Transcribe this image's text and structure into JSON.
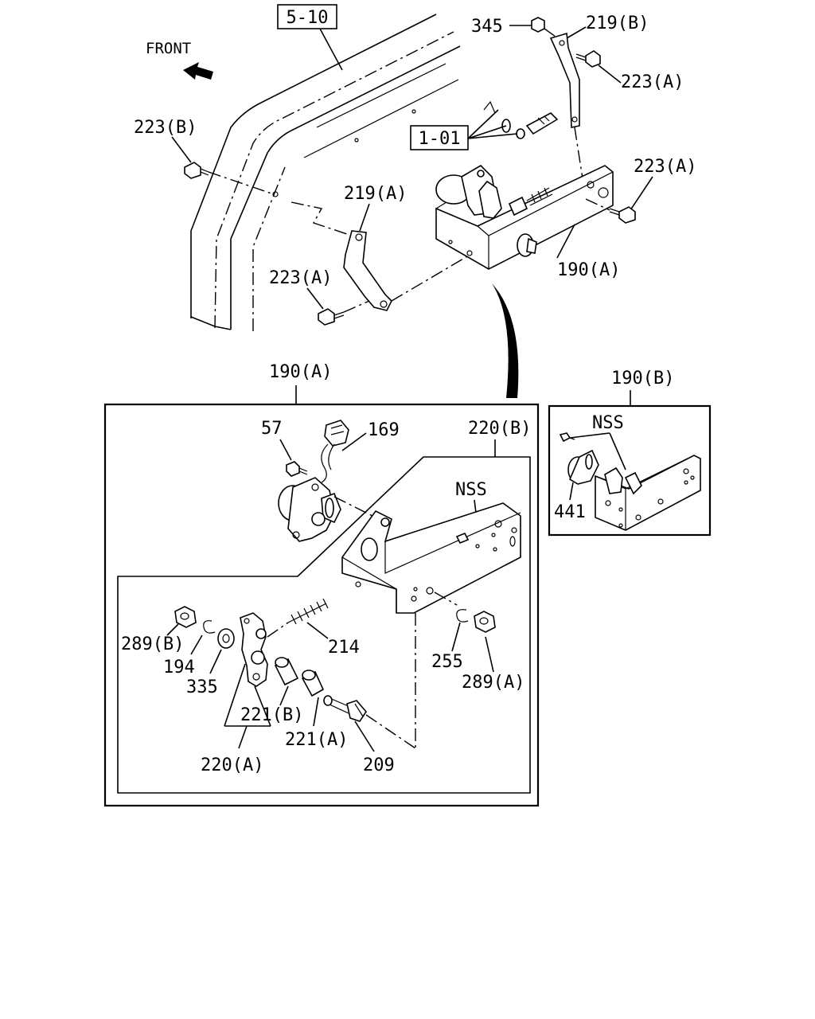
{
  "labels": {
    "ref_5_10": "5-10",
    "ref_1_01": "1-01",
    "front": "FRONT",
    "p345": "345",
    "p219b": "219(B)",
    "p223a_top": "223(A)",
    "p223b": "223(B)",
    "p223a_right": "223(A)",
    "p219a": "219(A)",
    "p223a_left": "223(A)",
    "p190a_top": "190(A)",
    "p190a_box": "190(A)",
    "p190b_box": "190(B)",
    "nss_b": "NSS",
    "p441": "441",
    "p57": "57",
    "p169": "169",
    "p220b": "220(B)",
    "nss_a": "NSS",
    "p289b": "289(B)",
    "p194": "194",
    "p335": "335",
    "p214": "214",
    "p255": "255",
    "p289a": "289(A)",
    "p221b": "221(B)",
    "p221a": "221(A)",
    "p220a": "220(A)",
    "p209": "209"
  }
}
